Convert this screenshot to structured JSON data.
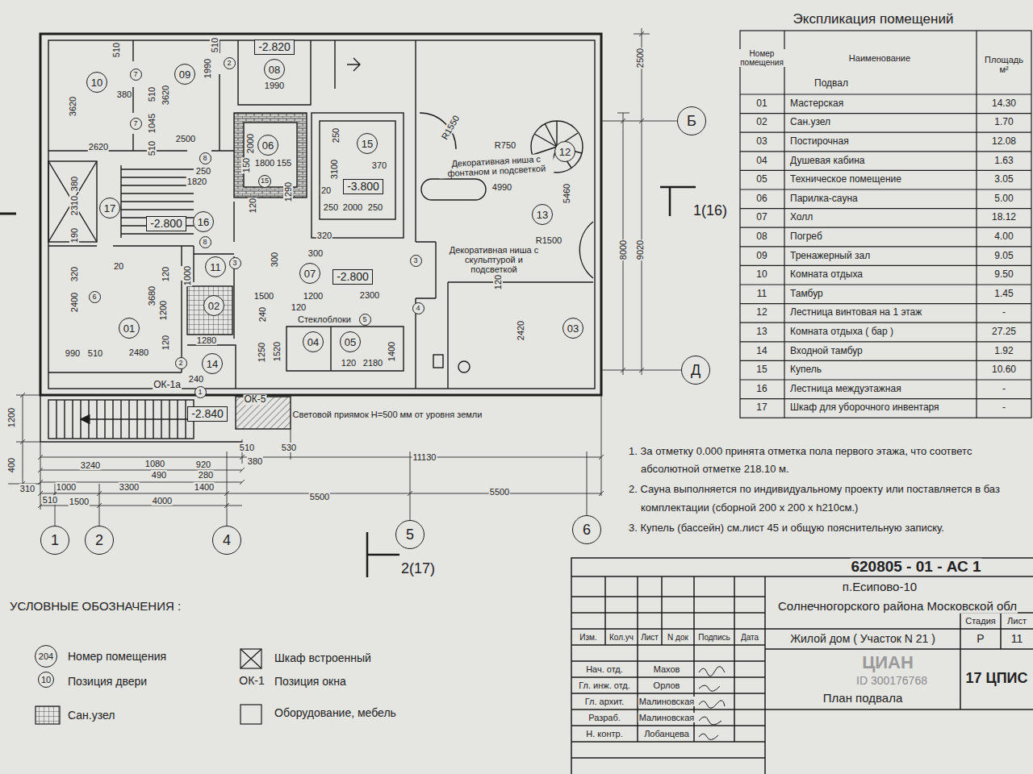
{
  "diagram": {
    "nodes": [
      {
        "text": [
          "10"
        ]
      },
      {
        "text": [
          "09"
        ]
      },
      {
        "text": [
          "08"
        ]
      },
      {
        "text": [
          "06"
        ]
      },
      {
        "text": [
          "15"
        ]
      },
      {
        "text": [
          "12"
        ]
      },
      {
        "text": [
          "13"
        ]
      },
      {
        "text": [
          "17"
        ]
      },
      {
        "text": [
          "16"
        ]
      },
      {
        "text": [
          "11"
        ]
      },
      {
        "text": [
          "07"
        ]
      },
      {
        "text": [
          "02"
        ]
      },
      {
        "text": [
          "01"
        ]
      },
      {
        "text": [
          "04"
        ]
      },
      {
        "text": [
          "05"
        ]
      },
      {
        "text": [
          "03"
        ]
      },
      {
        "text": [
          "14"
        ]
      },
      {
        "text": [
          "-2.820"
        ]
      },
      {
        "text": [
          "-2.800"
        ]
      },
      {
        "text": [
          "-3.800"
        ]
      },
      {
        "text": [
          "-2.800"
        ]
      },
      {
        "text": [
          "-2.840"
        ]
      },
      {
        "text": [
          "7"
        ]
      },
      {
        "text": [
          "7"
        ]
      },
      {
        "text": [
          "2"
        ]
      },
      {
        "text": [
          "8"
        ]
      },
      {
        "text": [
          "8"
        ]
      },
      {
        "text": [
          "15"
        ]
      },
      {
        "text": [
          "3"
        ]
      },
      {
        "text": [
          "3"
        ]
      },
      {
        "text": [
          "4"
        ]
      },
      {
        "text": [
          "6"
        ]
      },
      {
        "text": [
          "5"
        ]
      },
      {
        "text": [
          "2"
        ]
      },
      {
        "text": [
          "1"
        ]
      },
      {
        "text": [
          "1"
        ]
      },
      {
        "text": [
          "2"
        ]
      },
      {
        "text": [
          "4"
        ]
      },
      {
        "text": [
          "5"
        ]
      },
      {
        "text": [
          "6"
        ]
      },
      {
        "text": [
          "Б"
        ]
      },
      {
        "text": [
          "Д"
        ]
      },
      {
        "text": [
          "204"
        ]
      },
      {
        "text": [
          "10"
        ]
      }
    ],
    "labels": [
      "Декоративная ниша с фонтаном и подсветкой",
      "Декоративная ниша с скульптурой и подсветкой",
      "Стеклоблоки",
      "Световой приямок Н=500 мм от уровня земли",
      "ОК-1а",
      "ОК-5",
      "3620",
      "510",
      "380",
      "510",
      "3620",
      "1045",
      "510",
      "2620",
      "2500",
      "1990",
      "510",
      "1990",
      "2500",
      "R1550",
      "R750",
      "4990",
      "5460",
      "R1500",
      "8000",
      "9020",
      "2420",
      "150",
      "2000",
      "1800",
      "155",
      "250",
      "3100",
      "370",
      "20",
      "250",
      "2000",
      "250",
      "1290",
      "320",
      "300",
      "300",
      "120",
      "250",
      "1820",
      "2310",
      "380",
      "190",
      "20",
      "320",
      "2400",
      "3680",
      "1200",
      "120",
      "120",
      "990",
      "510",
      "2480",
      "1000",
      "1280",
      "240",
      "1500",
      "1200",
      "2300",
      "240",
      "120",
      "1250",
      "1520",
      "120",
      "2180",
      "1400",
      "120",
      "510",
      "530",
      "380",
      "11130",
      "3240",
      "1080",
      "490",
      "920",
      "280",
      "3300",
      "1400",
      "310",
      "1000",
      "510",
      "1500",
      "4000",
      "5500",
      "5500",
      "400",
      "1200",
      "1(16)",
      "2(17)",
      "Экспликация помещений",
      "Номер помещения",
      "Наименование",
      "Площадь м²",
      "Подвал",
      "01",
      "Мастерская",
      "14.30",
      "02",
      "Сан.узел",
      "1.70",
      "03",
      "Постирочная",
      "12.08",
      "04",
      "Душевая кабина",
      "1.63",
      "05",
      "Техническое помещение",
      "3.05",
      "06",
      "Парилка-сауна",
      "5.00",
      "07",
      "Холл",
      "18.12",
      "08",
      "Погреб",
      "4.00",
      "09",
      "Тренажерный зал",
      "9.05",
      "10",
      "Комната отдыха",
      "9.50",
      "11",
      "Тамбур",
      "1.45",
      "12",
      "Лестница винтовая на 1 этаж",
      "-",
      "13",
      "Комната отдыха ( бар )",
      "27.25",
      "14",
      "Входной тамбур",
      "1.92",
      "15",
      "Купель",
      "10.60",
      "16",
      "Лестница междуэтажная",
      "-",
      "17",
      "Шкаф для уборочного инвентаря",
      "-",
      "1. За отметку 0.000 принята отметка пола первого этажа, что соответс",
      "абсолютной отметке 218.10 м.",
      "2. Сауна выполняется по индивидуальному проекту или поставляется в баз",
      "комплектации (сборной 200 х 200 х h210см.)",
      "3. Купель (бассейн) см.лист 45 и общую пояснительную записку.",
      "620805 - 01 - АС 1",
      "п.Есипово-10",
      "Солнечногорского района Московской обл",
      "Изм.",
      "Кол.уч",
      "Лист",
      "N док",
      "Подпись",
      "Дата",
      "Жилой дом ( Участок N 21 )",
      "Стадия",
      "Лист",
      "Р",
      "11",
      "Нач. отд.",
      "Махов",
      "Гл. инж. отд.",
      "Орлов",
      "Гл. архит.",
      "Малиновская",
      "Разраб.",
      "Малиновская",
      "Н. контр.",
      "Лобанцева",
      "План подвала",
      "17 ЦПИС",
      "ЦИАН",
      "ID 300176768",
      "УСЛОВНЫЕ ОБОЗНАЧЕНИЯ :",
      "ОК-1"
    ],
    "legend": [
      {
        "text": "Номер помещения"
      },
      {
        "text": "Позиция двери"
      },
      {
        "text": "Сан.узел"
      },
      {
        "text": "Шкаф встроенный"
      },
      {
        "text": "Позиция окна"
      },
      {
        "text": "Оборудование, мебель"
      }
    ]
  }
}
